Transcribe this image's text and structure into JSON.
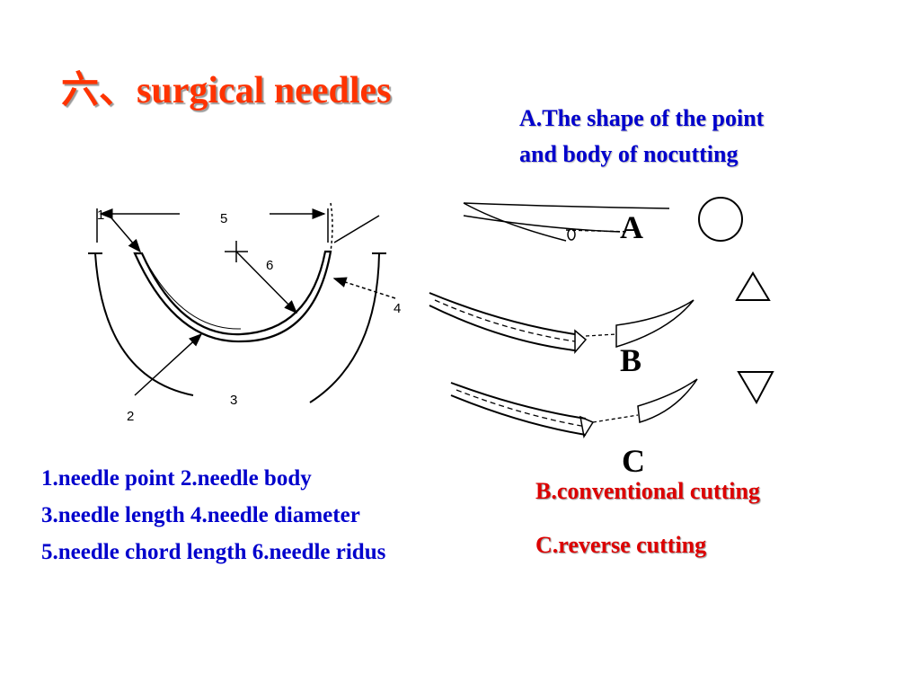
{
  "title": "六、surgical needles",
  "heading_a": {
    "line1": "A.The shape of the point",
    "line2": "and body of nocutting"
  },
  "legend": {
    "line1": "1.needle point 2.needle body",
    "line2": "3.needle length 4.needle diameter",
    "line3": "5.needle chord length 6.needle ridus"
  },
  "type_b": "B.conventional cutting",
  "type_c": "C.reverse cutting",
  "letters": {
    "a": "A",
    "b": "B",
    "c": "C"
  },
  "callouts": {
    "n1": "1",
    "n2": "2",
    "n3": "3",
    "n4": "4",
    "n5": "5",
    "n6": "6"
  },
  "colors": {
    "title": "#ff3300",
    "blue_text": "#0000cc",
    "red_text": "#dd0000"
  },
  "icons": [
    "circle-cross-section-icon",
    "triangle-up-cross-section-icon",
    "triangle-down-cross-section-icon"
  ]
}
